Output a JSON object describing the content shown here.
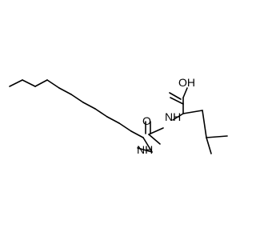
{
  "molecule": {
    "labels": {
      "hydroxyl": "OH",
      "carbonyl_o": "O",
      "urea_nh_left": "NH",
      "urea_nh_right": "NH"
    },
    "colors": {
      "bond": "#000000",
      "text": "#000000",
      "background": "#ffffff"
    }
  }
}
